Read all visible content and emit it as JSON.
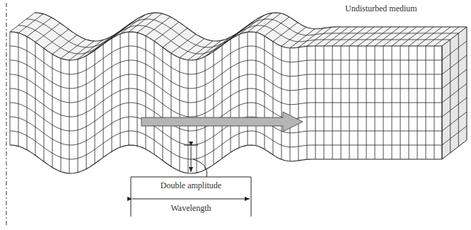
{
  "diagram": {
    "labels": [
      "Undisturbed medium",
      "Double amplitude",
      "Wavelength"
    ]
  }
}
